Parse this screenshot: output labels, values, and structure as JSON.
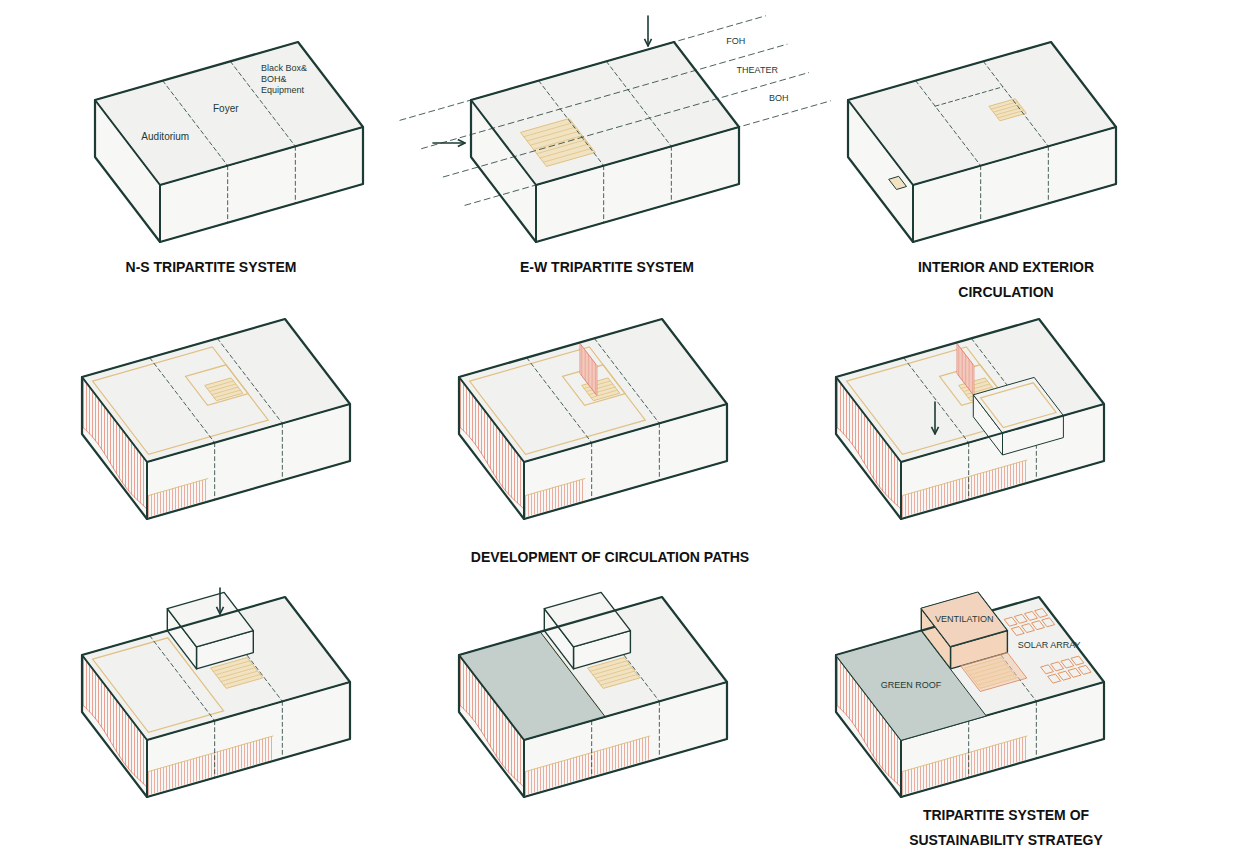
{
  "diagram": {
    "nodes": [
      {
        "text": [
          "GREEN ROOF"
        ]
      },
      {
        "text": [
          "VENTILATION"
        ]
      },
      {
        "text": [
          "SOLAR ARRAY"
        ]
      }
    ],
    "labels": [
      "Auditorium",
      "Foyer",
      "Black Box& BOH& Equipment",
      "FOH",
      "THEATER",
      "BOH",
      "N-S TRIPARTITE SYSTEM",
      "E-W TRIPARTITE SYSTEM",
      "INTERIOR AND EXTERIOR CIRCULATION",
      "DEVELOPMENT OF CIRCULATION PATHS",
      "TRIPARTITE SYSTEM OF SUSTAINABILITY STRATEGY"
    ]
  }
}
